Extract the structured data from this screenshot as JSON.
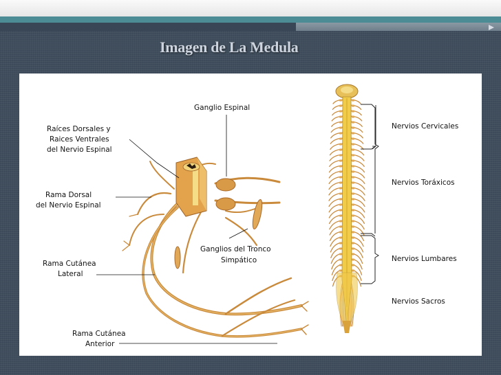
{
  "slide": {
    "title": "Imagen de La Medula"
  },
  "colors": {
    "background": "#3f4d5c",
    "title_text": "#cdd4de",
    "accent_teal": "#4b8c95",
    "nerve": "#c98a3c",
    "nerve_light": "#e8b86a",
    "cord": "#f1cc4a"
  },
  "diagram_left": {
    "labels": {
      "ganglio_espinal": "Ganglio Espinal",
      "raices_1": "Raíces Dorsales y",
      "raices_2": "Raices Ventrales",
      "raices_3": "del Nervio Espinal",
      "rama_dorsal_1": "Rama Dorsal",
      "rama_dorsal_2": "del Nervio Espinal",
      "ganglios_tronco_1": "Ganglios del Tronco",
      "ganglios_tronco_2": "Simpático",
      "rama_lateral_1": "Rama Cutánea",
      "rama_lateral_2": "Lateral",
      "rama_anterior_1": "Rama Cutánea",
      "rama_anterior_2": "Anterior"
    }
  },
  "diagram_right": {
    "labels": {
      "cervicales": "Nervios Cervicales",
      "toraxicos": "Nervios Toráxicos",
      "lumbares": "Nervios Lumbares",
      "sacros": "Nervios Sacros"
    }
  },
  "icons": {
    "arrow": "triangle-right-icon"
  }
}
